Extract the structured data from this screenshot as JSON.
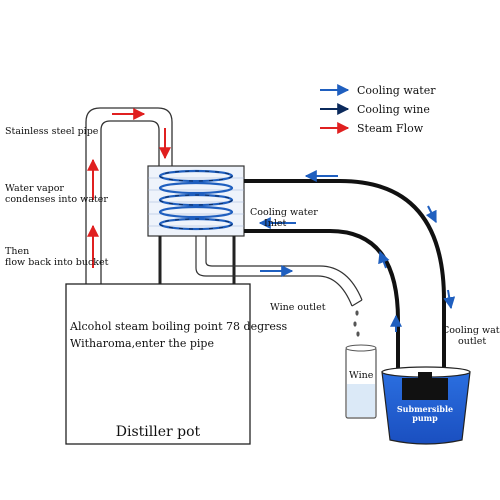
{
  "legend": [
    {
      "label": "Cooling water",
      "color": "#1f5fbf",
      "icon": "blue-arrow-icon"
    },
    {
      "label": "Cooling wine",
      "color": "#0b2a5c",
      "icon": "dark-blue-arrow-icon"
    },
    {
      "label": "Steam Flow",
      "color": "#e02020",
      "icon": "red-arrow-icon"
    }
  ],
  "labels": {
    "stainless_pipe": "Stainless steel pipe",
    "vapor_line1": "Water vapor",
    "vapor_line2": "condenses into water",
    "then_line1": "Then",
    "then_line2": "flow back into bucket",
    "cooling_inlet_line1": "Cooling water",
    "cooling_inlet_line2": "Inlet",
    "wine_outlet": "Wine outlet",
    "cooling_outlet_line1": "Cooling water",
    "cooling_outlet_line2": "outlet",
    "wine_glass": "Wine",
    "pump_line1": "Submersible",
    "pump_line2": "pump",
    "pot_line1": "Alcohol steam boiling point 78 degress",
    "pot_line2": "Witharoma,enter the pipe",
    "pot_title": "Distiller pot"
  }
}
